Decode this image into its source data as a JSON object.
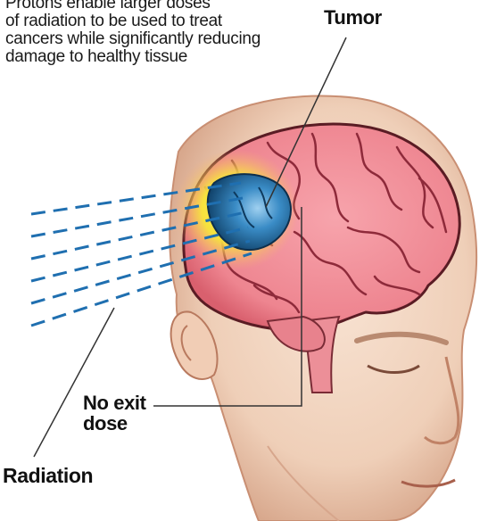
{
  "caption": "Protons enable larger doses\nof radiation to be used to treat\ncancers while significantly reducing\ndamage to healthy tissue",
  "labels": {
    "tumor": "Tumor",
    "no_exit_dose": "No exit\ndose",
    "radiation": "Radiation"
  },
  "colors": {
    "skin": "#f3d8c4",
    "skin_shadow": "#d9a98f",
    "brain": "#f08a93",
    "brain_fold": "#b33a4a",
    "tumor": "#2a7fb5",
    "glow": "#f5e640",
    "beam": "#1f6fb0"
  }
}
